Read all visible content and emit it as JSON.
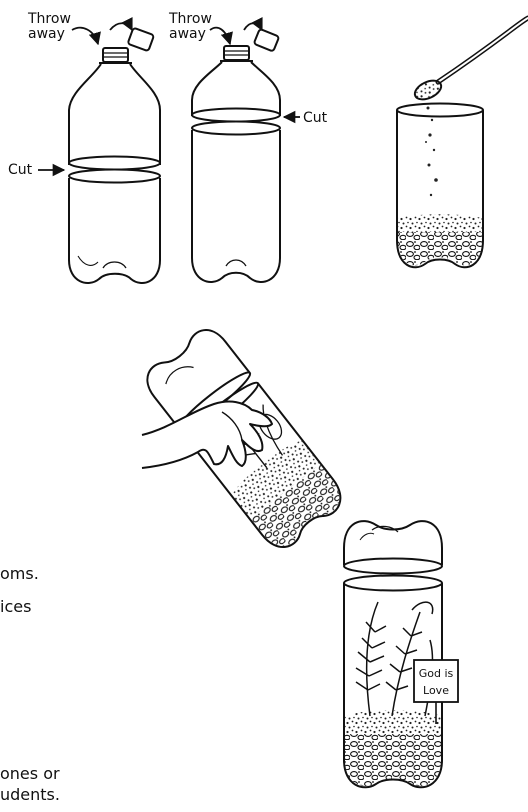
{
  "labels": {
    "throw_away_1": [
      "Throw",
      "away"
    ],
    "throw_away_2": [
      "Throw",
      "away"
    ],
    "cut_left": "Cut",
    "cut_right": "Cut",
    "sign": [
      "God is",
      "Love"
    ]
  },
  "text_fragments": [
    "oms.",
    "ices",
    "ones or",
    "udents."
  ]
}
